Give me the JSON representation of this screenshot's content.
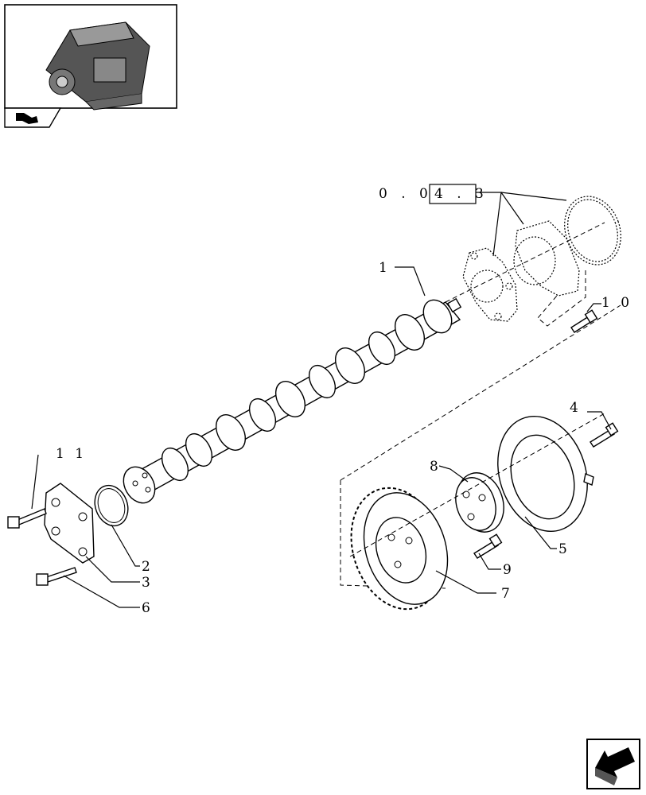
{
  "reference": {
    "prefix": "0 . 0",
    "boxed": "4 . 3"
  },
  "callouts": [
    {
      "id": "1",
      "text": "1"
    },
    {
      "id": "2",
      "text": "2"
    },
    {
      "id": "3",
      "text": "3"
    },
    {
      "id": "4",
      "text": "4"
    },
    {
      "id": "5",
      "text": "5"
    },
    {
      "id": "6",
      "text": "6"
    },
    {
      "id": "7",
      "text": "7"
    },
    {
      "id": "8",
      "text": "8"
    },
    {
      "id": "9",
      "text": "9"
    },
    {
      "id": "10",
      "text": "1 0"
    },
    {
      "id": "11",
      "text": "1 1"
    }
  ],
  "icons": {
    "thumbnail": "engine-thumbnail-icon",
    "prev": "prev-page-arrow-icon",
    "next": "next-page-arrow-icon"
  }
}
